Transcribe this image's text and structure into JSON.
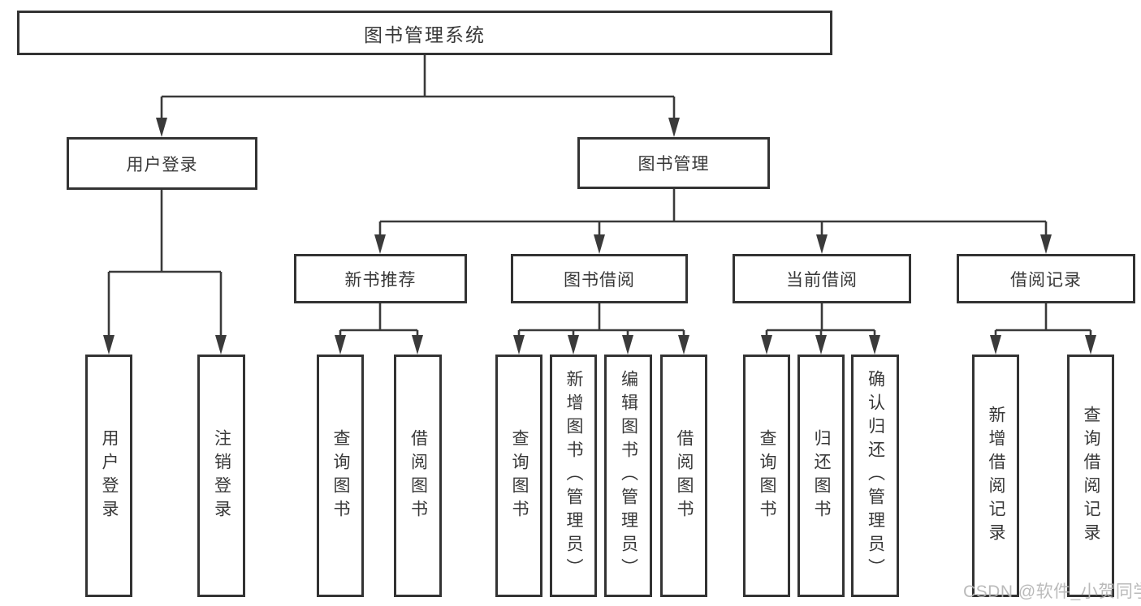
{
  "diagram": {
    "root": {
      "label": "图书管理系统"
    },
    "branches": [
      {
        "label": "用户登录",
        "children": [
          {
            "label": "用户登录"
          },
          {
            "label": "注销登录"
          }
        ]
      },
      {
        "label": "图书管理",
        "children": [
          {
            "label": "新书推荐",
            "children": [
              {
                "label": "查询图书"
              },
              {
                "label": "借阅图书"
              }
            ]
          },
          {
            "label": "图书借阅",
            "children": [
              {
                "label": "查询图书"
              },
              {
                "label": "新增图书（管理员）"
              },
              {
                "label": "编辑图书（管理员）"
              },
              {
                "label": "借阅图书"
              }
            ]
          },
          {
            "label": "当前借阅",
            "children": [
              {
                "label": "查询图书"
              },
              {
                "label": "归还图书"
              },
              {
                "label": "确认归还（管理员）"
              }
            ]
          },
          {
            "label": "借阅记录",
            "children": [
              {
                "label": "新增借阅记录"
              },
              {
                "label": "查询借阅记录"
              }
            ]
          }
        ]
      }
    ]
  },
  "watermark": {
    "text": "CSDN @软件_小贺同学"
  },
  "colors": {
    "line": "#3a3a3a",
    "box_border": "#333333",
    "text": "#383838",
    "watermark": "#b5b5b5",
    "background": "#ffffff"
  }
}
